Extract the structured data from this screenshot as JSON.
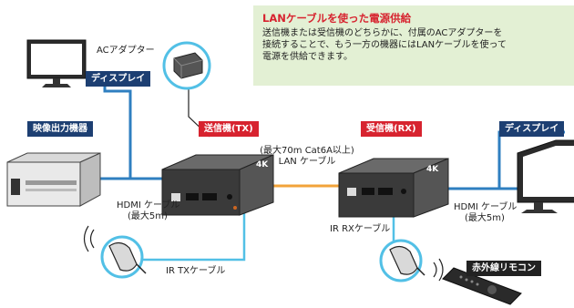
{
  "callout": {
    "title": "LANケーブルを使った電源供給",
    "body_lines": [
      "送信機または受信機のどちらかに、付属のACアダプターを",
      "接続することで、もう一方の機器にはLANケーブルを使って",
      "電源を供給できます。"
    ]
  },
  "labels": {
    "ac_adapter": "ACアダプター",
    "display_left": "ディスプレイ",
    "display_right": "ディスプレイ",
    "source_device": "映像出力機器",
    "transmitter": "送信機(TX)",
    "receiver": "受信機(RX)",
    "lan_spec": "(最大70m Cat6A以上)",
    "lan_cable": "LAN ケーブル",
    "hdmi_left": "HDMI ケーブル",
    "hdmi_left_len": "(最大5m)",
    "hdmi_right": "HDMI ケーブル",
    "hdmi_right_len": "(最大5m)",
    "ir_tx": "IR TXケーブル",
    "ir_rx": "IR RXケーブル",
    "remote": "赤外線リモコン",
    "box_logo": "4K"
  },
  "colors": {
    "navy": "#1d3f72",
    "red": "#d7232f",
    "cable_blue": "#2f7fc0",
    "lan_orange": "#f2a33a",
    "ir_cyan": "#52c0e6",
    "callout_bg": "#e3f0d4"
  }
}
